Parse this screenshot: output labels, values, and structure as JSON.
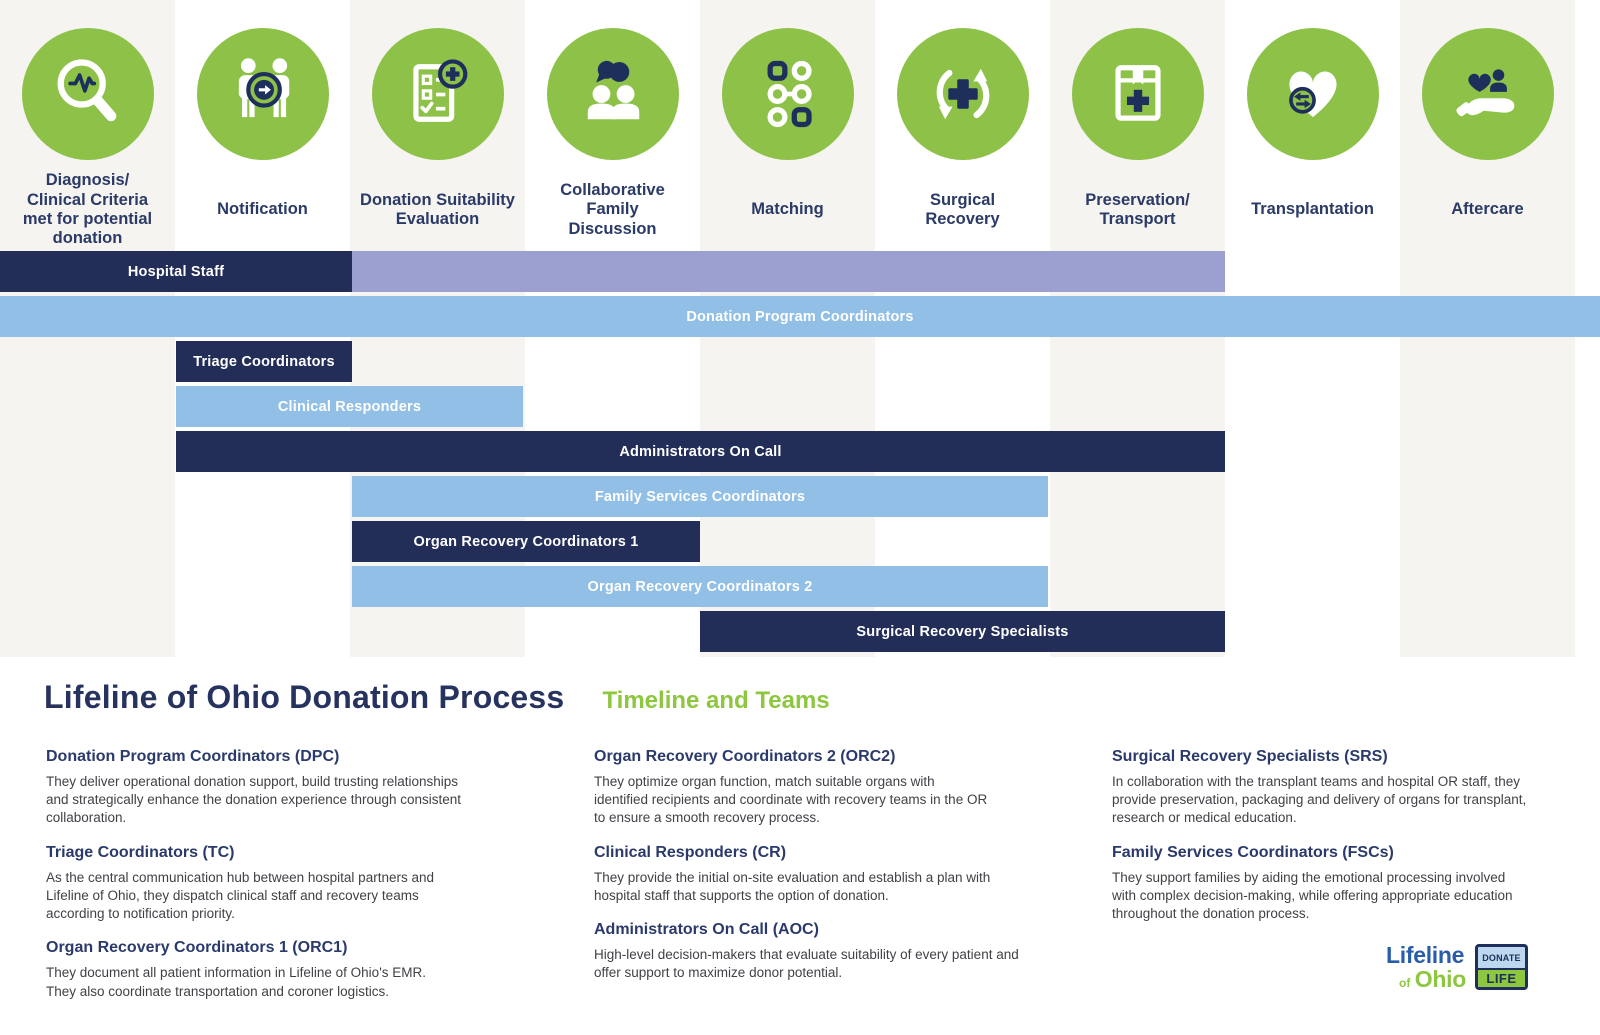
{
  "colors": {
    "green_circle": "#8dc148",
    "green_text": "#8dc63f",
    "navy_bar": "#232e58",
    "navy_text": "#2b3a66",
    "light_blue_bar": "#92bfe6",
    "purple_bar": "#9ca0d1",
    "stripe_gray": "#f5f4f0",
    "body_text": "#414147",
    "logo_blue": "#2a5da9",
    "bar_label_text": "#ffffff"
  },
  "process_steps": [
    {
      "icon": "magnifier-pulse-icon",
      "label": "Diagnosis/\nClinical Criteria\nmet for potential\ndonation"
    },
    {
      "icon": "people-arrow-icon",
      "label": "Notification"
    },
    {
      "icon": "checklist-plus-icon",
      "label": "Donation Suitability\nEvaluation"
    },
    {
      "icon": "family-chat-icon",
      "label": "Collaborative\nFamily\nDiscussion"
    },
    {
      "icon": "match-nodes-icon",
      "label": "Matching"
    },
    {
      "icon": "cycle-cross-icon",
      "label": "Surgical\nRecovery"
    },
    {
      "icon": "transport-box-icon",
      "label": "Preservation/\nTransport"
    },
    {
      "icon": "heart-exchange-icon",
      "label": "Transplantation"
    },
    {
      "icon": "hand-care-icon",
      "label": "Aftercare"
    }
  ],
  "timeline_bars": [
    {
      "label": "Hospital Staff",
      "color": "navy",
      "start_step": 1,
      "end_step": 2,
      "extension": {
        "color": "purple",
        "start_step": 3,
        "end_step": 7
      }
    },
    {
      "label": "Donation Program Coordinators",
      "color": "light_blue",
      "start_step": 1,
      "end_step": 9
    },
    {
      "label": "Triage Coordinators",
      "color": "navy",
      "start_step": 2,
      "end_step": 2
    },
    {
      "label": "Clinical Responders",
      "color": "light_blue",
      "start_step": 2,
      "end_step": 3
    },
    {
      "label": "Administrators On Call",
      "color": "navy",
      "start_step": 2,
      "end_step": 7
    },
    {
      "label": "Family Services Coordinators",
      "color": "light_blue",
      "start_step": 3,
      "end_step": 6
    },
    {
      "label": "Organ Recovery Coordinators 1",
      "color": "navy",
      "start_step": 3,
      "end_step": 4
    },
    {
      "label": "Organ Recovery Coordinators 2",
      "color": "light_blue",
      "start_step": 3,
      "end_step": 6
    },
    {
      "label": "Surgical Recovery Specialists",
      "color": "navy",
      "start_step": 5,
      "end_step": 7
    }
  ],
  "section": {
    "title": "Lifeline of Ohio Donation Process",
    "subtitle": "Timeline and Teams"
  },
  "team_descriptions": {
    "column_1": [
      {
        "heading": "Donation Program Coordinators (DPC)",
        "body": "They deliver operational donation support, build trusting relationships\nand strategically enhance the donation experience through consistent\ncollaboration."
      },
      {
        "heading": "Triage Coordinators (TC)",
        "body": "As the central communication hub between hospital partners and\nLifeline of Ohio, they dispatch clinical staff and recovery teams\naccording to notification priority."
      },
      {
        "heading": "Organ Recovery Coordinators 1 (ORC1)",
        "body": "They document all patient information in Lifeline of Ohio's EMR.\nThey also coordinate transportation and coroner logistics."
      }
    ],
    "column_2": [
      {
        "heading": "Organ Recovery Coordinators 2 (ORC2)",
        "body": "They optimize organ function, match suitable organs with\nidentified recipients and coordinate with recovery teams in the OR\nto ensure a smooth recovery process."
      },
      {
        "heading": "Clinical Responders (CR)",
        "body": "They provide the initial on-site evaluation and establish a plan with\nhospital staff that supports the option of donation."
      },
      {
        "heading": "Administrators On Call (AOC)",
        "body": "High-level decision-makers that evaluate suitability of every patient and\noffer support to maximize donor potential."
      }
    ],
    "column_3": [
      {
        "heading": "Surgical Recovery Specialists (SRS)",
        "body": "In collaboration with the transplant teams and hospital OR staff, they\nprovide preservation, packaging and delivery of organs for transplant,\nresearch or medical education."
      },
      {
        "heading": "Family Services Coordinators (FSCs)",
        "body": "They support families by aiding the emotional processing involved\nwith complex decision-making, while offering appropriate education\nthroughout the donation process."
      }
    ]
  },
  "logo": {
    "lifeline": "Lifeline",
    "of": "of",
    "ohio": "Ohio",
    "donate": "DONATE",
    "life": "LIFE"
  }
}
